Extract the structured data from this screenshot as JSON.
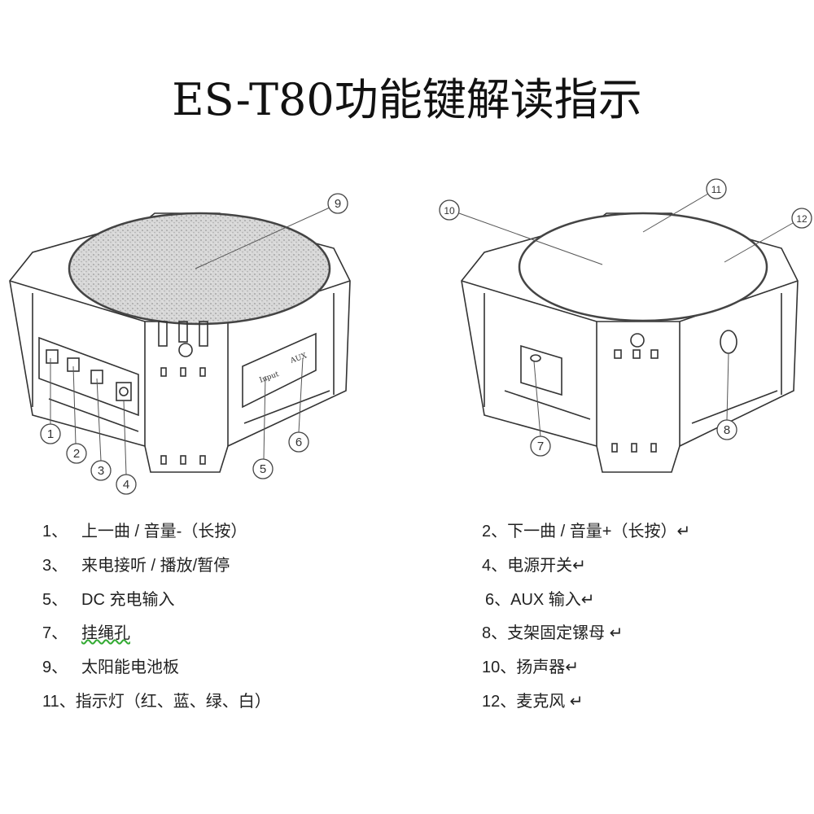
{
  "title": "ES-T80功能键解读指示",
  "device_left": {
    "panel_labels": {
      "input": "Input",
      "aux": "AUX"
    }
  },
  "callouts": [
    "1",
    "2",
    "3",
    "4",
    "5",
    "6",
    "7",
    "8",
    "9",
    "10",
    "11",
    "12"
  ],
  "legend": {
    "left": [
      {
        "num": "1、",
        "text": "上一曲 / 音量-（长按）"
      },
      {
        "num": "3、",
        "text": "来电接听 / 播放/暂停"
      },
      {
        "num": "5、",
        "text": "DC 充电输入"
      },
      {
        "num": "7、",
        "text": "挂绳孔"
      },
      {
        "num": "9、",
        "text": "太阳能电池板"
      },
      {
        "num": "11、",
        "text": "指示灯（红、蓝、绿、白）"
      }
    ],
    "right": [
      {
        "num": "2、",
        "text": "下一曲 / 音量+（长按）↵"
      },
      {
        "num": "4、",
        "text": "电源开关↵"
      },
      {
        "num": "6、",
        "text": "AUX 输入↵"
      },
      {
        "num": "8、",
        "text": "支架固定镙母 ↵"
      },
      {
        "num": "10、",
        "text": "扬声器↵"
      },
      {
        "num": "12、",
        "text": "麦克风 ↵"
      }
    ]
  }
}
